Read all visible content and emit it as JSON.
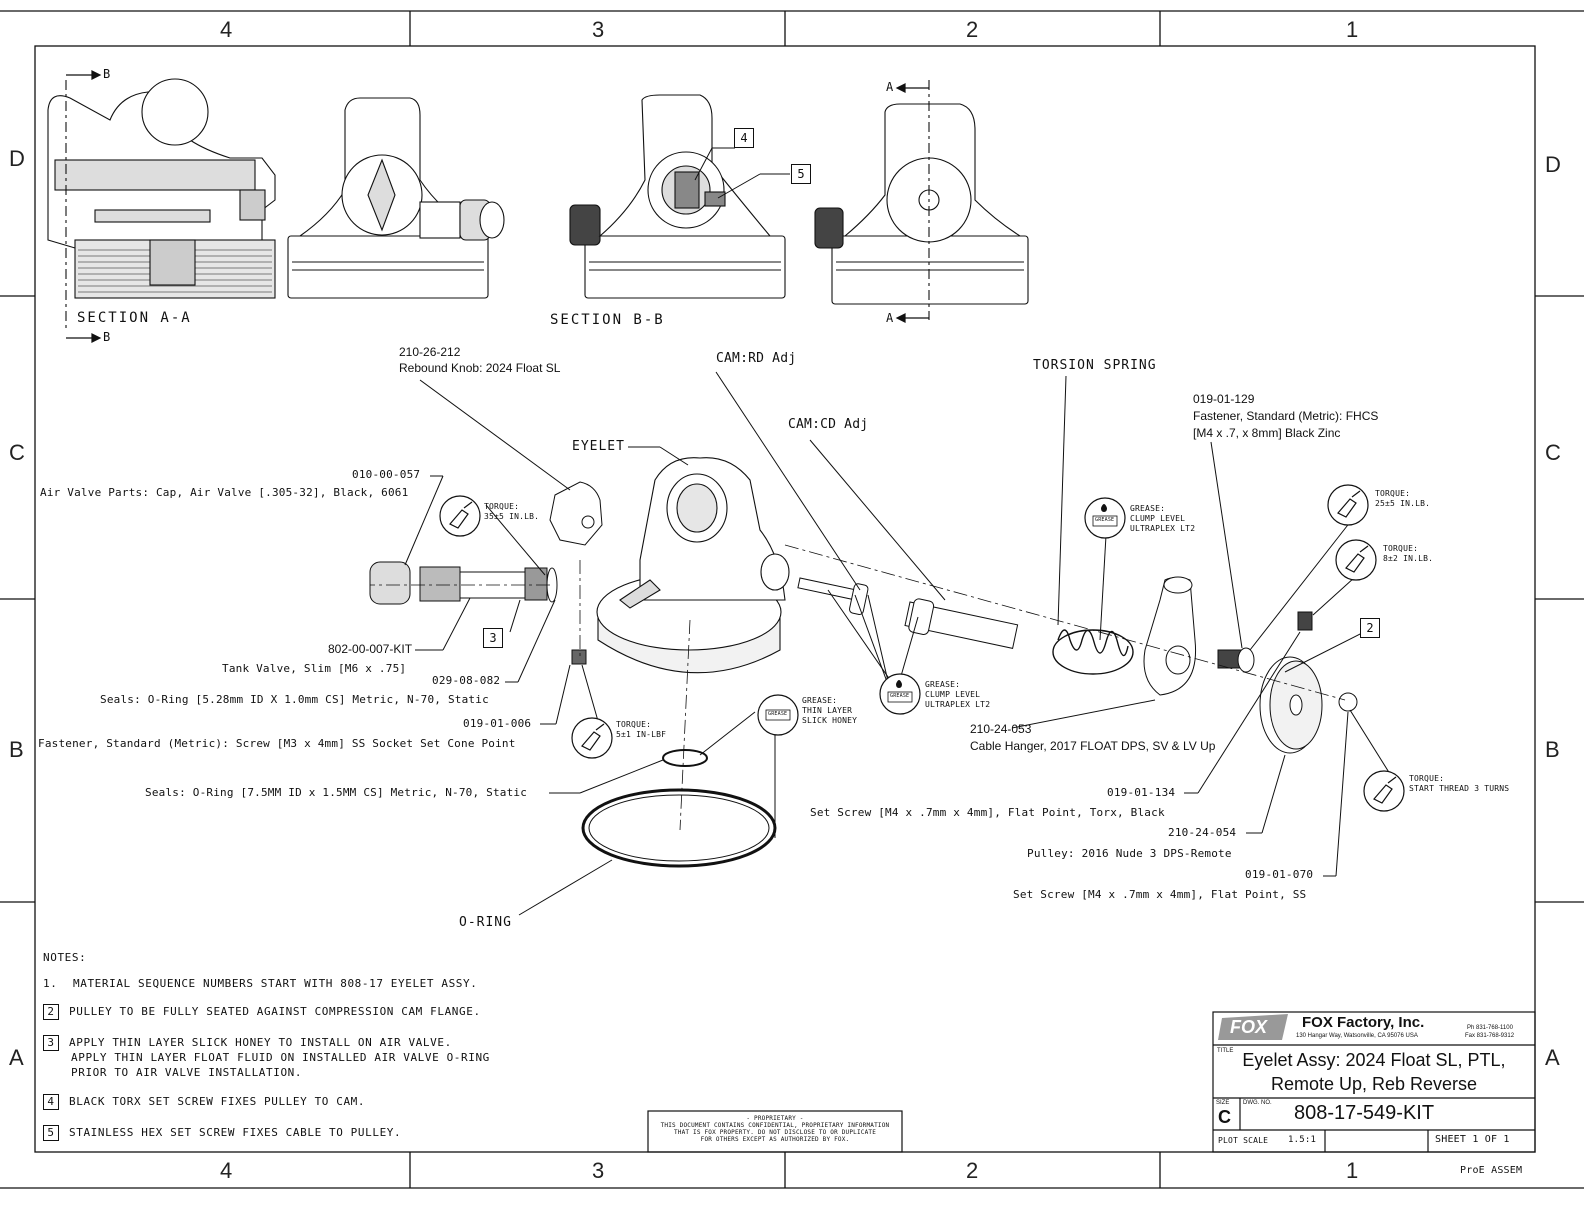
{
  "zones": {
    "columns": [
      "4",
      "3",
      "2",
      "1"
    ],
    "rows": [
      "D",
      "C",
      "B",
      "A"
    ]
  },
  "sections": {
    "aa": "SECTION  A-A",
    "bb": "SECTION  B-B",
    "cut_b": "B",
    "cut_a": "A"
  },
  "callouts": {
    "rebound_knob_pn": "210-26-212",
    "rebound_knob_desc": "Rebound Knob: 2024 Float SL",
    "cam_rd": "CAM:RD Adj",
    "cam_cd": "CAM:CD Adj",
    "torsion_spring": "TORSION SPRING",
    "fhcs_pn": "019-01-129",
    "fhcs_desc1": "Fastener, Standard (Metric): FHCS",
    "fhcs_desc2": "[M4 x .7, x  8mm] Black Zinc",
    "eyelet": "EYELET",
    "air_valve_pn": "010-00-057",
    "air_valve_desc": "Air Valve Parts: Cap, Air Valve [.305-32], Black, 6061",
    "tank_valve_pn": "802-00-007-KIT",
    "tank_valve_desc": "Tank Valve, Slim [M6 x .75]",
    "oring_small_pn": "029-08-082",
    "oring_small_desc": "Seals: O-Ring [5.28mm ID X 1.0mm CS] Metric, N-70, Static",
    "setscrew_m3_pn": "019-01-006",
    "setscrew_m3_desc": "Fastener, Standard (Metric): Screw [M3 x 4mm] SS Socket Set Cone Point",
    "oring_75_desc": "Seals: O-Ring [7.5MM ID x 1.5MM CS] Metric, N-70, Static",
    "oring": "O-RING",
    "cable_hanger_pn": "210-24-053",
    "cable_hanger_desc": "Cable Hanger, 2017 FLOAT DPS, SV & LV Up",
    "setscrew_torx_pn": "019-01-134",
    "setscrew_torx_desc": "Set Screw [M4 x .7mm x 4mm], Flat Point, Torx, Black",
    "pulley_pn": "210-24-054",
    "pulley_desc": "Pulley: 2016 Nude 3 DPS-Remote",
    "setscrew_ss_pn": "019-01-070",
    "setscrew_ss_desc": "Set Screw [M4 x .7mm x 4mm], Flat Point, SS"
  },
  "specs": {
    "torque_35_1": "TORQUE:",
    "torque_35_2": "35±5 IN.LB.",
    "torque_5_1": "TORQUE:",
    "torque_5_2": "5±1 IN-LBF",
    "torque_25_1": "TORQUE:",
    "torque_25_2": "25±5 IN.LB.",
    "torque_8_1": "TORQUE:",
    "torque_8_2": "8±2 IN.LB.",
    "torque_start_1": "TORQUE:",
    "torque_start_2": "START THREAD 3 TURNS",
    "grease_honey_1": "GREASE:",
    "grease_honey_2": "THIN LAYER",
    "grease_honey_3": "SLICK HONEY",
    "grease_clump_1": "GREASE:",
    "grease_clump_2": "CLUMP LEVEL",
    "grease_clump_3": "ULTRAPLEX LT2",
    "grease_clump2_1": "GREASE:",
    "grease_clump2_2": "CLUMP LEVEL",
    "grease_clump2_3": "ULTRAPLEX LT2",
    "grease_icon_label": "GREASE"
  },
  "item_numbers": {
    "i2": "2",
    "i3": "3",
    "i4": "4",
    "i5": "5"
  },
  "notes": {
    "heading": "NOTES:",
    "n1_num": "1.",
    "n1": "MATERIAL SEQUENCE NUMBERS START WITH 808-17 EYELET ASSY.",
    "n2_num": "2",
    "n2": "PULLEY TO BE FULLY SEATED AGAINST COMPRESSION CAM FLANGE.",
    "n3_num": "3",
    "n3a": "APPLY THIN LAYER SLICK HONEY TO INSTALL ON AIR VALVE.",
    "n3b": "APPLY THIN LAYER FLOAT FLUID ON INSTALLED AIR VALVE O-RING",
    "n3c": "PRIOR TO AIR VALVE INSTALLATION.",
    "n4_num": "4",
    "n4": "BLACK TORX SET SCREW FIXES PULLEY TO CAM.",
    "n5_num": "5",
    "n5": "STAINLESS HEX SET SCREW FIXES CABLE TO PULLEY."
  },
  "proprietary": {
    "l1": "- PROPRIETARY -",
    "l2": "THIS DOCUMENT CONTAINS CONFIDENTIAL, PROPRIETARY INFORMATION",
    "l3": "THAT IS FOX PROPERTY.  DO NOT DISCLOSE TO OR DUPLICATE",
    "l4": "FOR OTHERS EXCEPT AS AUTHORIZED BY FOX."
  },
  "title_block": {
    "logo": "FOX",
    "company": "FOX  Factory, Inc.",
    "address": "130 Hangar Way, Watsonville, CA 95076 USA",
    "phone": "Ph 831-768-1100",
    "fax": "Fax 831-768-9312",
    "title_label": "TITLE",
    "title_line1": "Eyelet Assy: 2024 Float SL, PTL,",
    "title_line2": "Remote Up, Reb Reverse",
    "size_label": "SIZE",
    "size": "C",
    "dwg_label": "DWG. NO.",
    "dwg_no": "808-17-549-KIT",
    "plot_label": "PLOT SCALE",
    "plot_scale": "1.5:1",
    "sheet": "SHEET 1 OF 1",
    "model_type": "ProE ASSEM"
  },
  "colors": {
    "line": "#111111",
    "fill": "#ffffff",
    "shade": "#e6e6e6"
  }
}
